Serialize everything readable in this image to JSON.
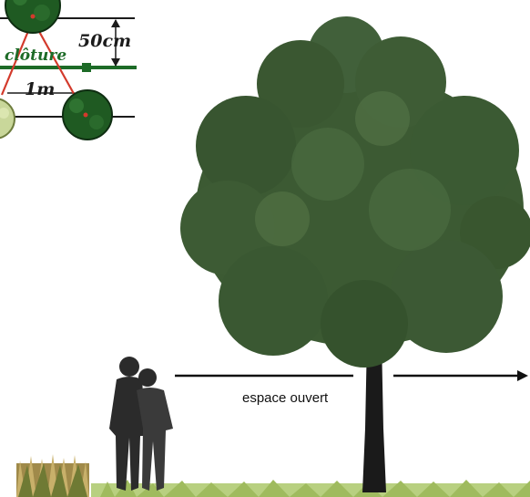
{
  "diagram": {
    "distance_label": "50cm",
    "fence_label": "clôture",
    "spacing_label": "1m",
    "open_space_label": "espace ouvert"
  },
  "colors": {
    "fence_green": "#1d6b27",
    "hedge_dark": "#1f5a22",
    "hedge_light": "#c9d79a",
    "triangle_red": "#d33a2c",
    "foliage": "#3c5a33",
    "trunk": "#1a1a1a",
    "silhouette": "#2b2b2b",
    "grass": "#a7c26a"
  },
  "icons": [
    "tree-canopy-icon",
    "couple-silhouette-icon",
    "grass-tuft-icon",
    "hedge-plant-icon"
  ]
}
